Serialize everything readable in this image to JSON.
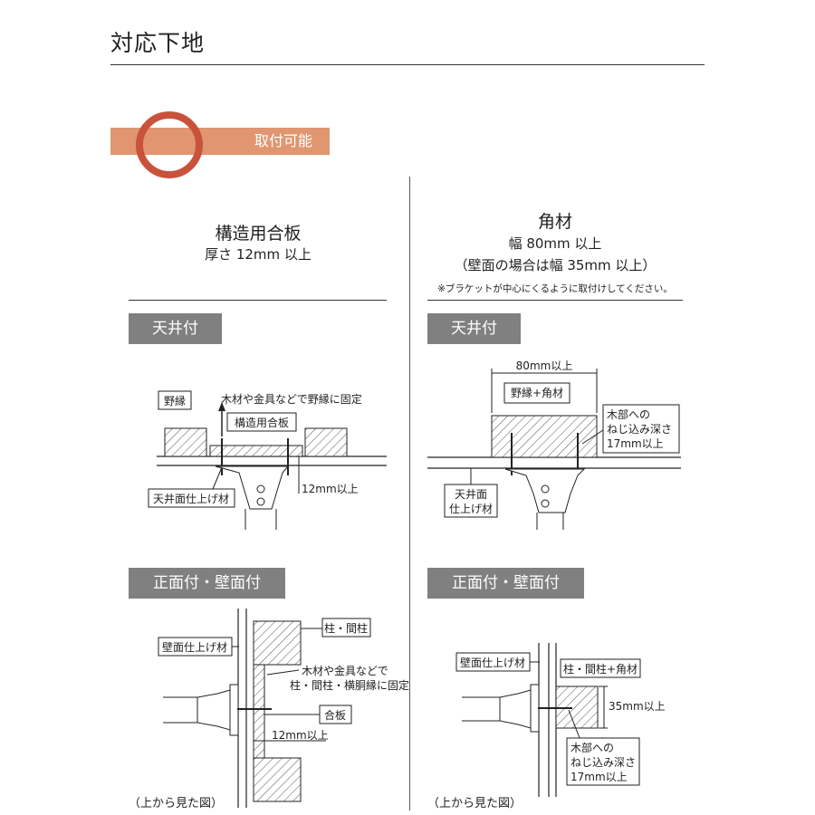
{
  "page": {
    "title": "対応下地"
  },
  "banner": {
    "label": "取付可能",
    "ring_color": "#c8533a",
    "bar_color": "#e09670"
  },
  "left": {
    "title": "構造用合板",
    "subtitle": "厚さ 12mm 以上",
    "ceiling_tag": "天井付",
    "ceiling_labels": {
      "noen": "野縁",
      "fix_note": "木材や金具などで野縁に固定",
      "plywood": "構造用合板",
      "finish": "天井面仕上げ材",
      "thickness": "12mm以上"
    },
    "wall_tag": "正面付・壁面付",
    "wall_labels": {
      "finish": "壁面仕上げ材",
      "pillar": "柱・間柱",
      "fix_line1": "木材や金具などで",
      "fix_line2": "柱・間柱・横胴縁に固定",
      "plywood": "合板",
      "thickness": "12mm以上"
    },
    "view_caption": "（上から見た図）"
  },
  "right": {
    "title": "角材",
    "subtitle1": "幅 80mm 以上",
    "subtitle2": "（壁面の場合は幅 35mm 以上）",
    "note": "※ブラケットが中心にくるように取付けしてください。",
    "ceiling_tag": "天井付",
    "ceiling_labels": {
      "width": "80mm以上",
      "noen_kakuzai": "野縁+角材",
      "depth_line1": "木部への",
      "depth_line2": "ねじ込み深さ",
      "depth_line3": "17mm以上",
      "finish_line1": "天井面",
      "finish_line2": "仕上げ材"
    },
    "wall_tag": "正面付・壁面付",
    "wall_labels": {
      "finish": "壁面仕上げ材",
      "pillar": "柱・間柱+角材",
      "width": "35mm以上",
      "depth_line1": "木部への",
      "depth_line2": "ねじ込み深さ",
      "depth_line3": "17mm以上"
    },
    "view_caption": "（上から見た図）"
  }
}
